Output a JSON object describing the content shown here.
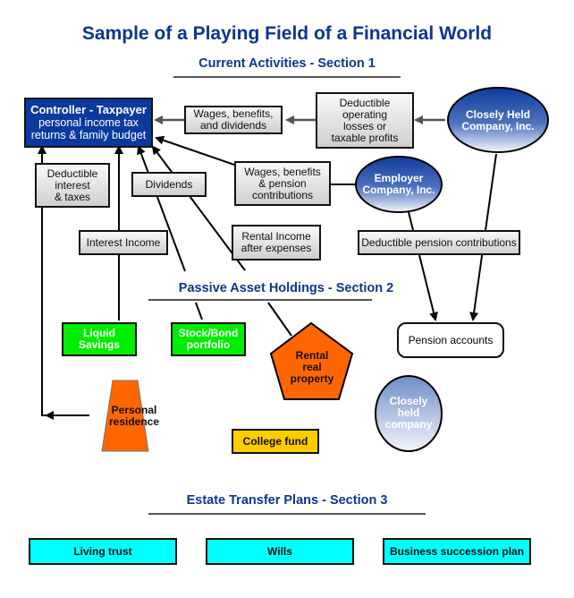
{
  "title": "Sample of a Playing Field of a Financial World",
  "sections": {
    "current": "Current Activities - Section 1",
    "passive": "Passive Asset Holdings - Section 2",
    "estate": "Estate Transfer Plans - Section 3"
  },
  "controller": {
    "heading": "Controller - Taxpayer",
    "body": "personal income tax\nreturns & family budget"
  },
  "flows": {
    "wages_dividends": "Wages, benefits,\nand dividends",
    "deductible_operating": "Deductible\noperating\nlosses or\ntaxable profits",
    "wages_pension": "Wages, benefits\n& pension\ncontributions",
    "deductible_interest": "Deductible\ninterest\n& taxes",
    "dividends": "Dividends",
    "interest_income": "Interest Income",
    "rental_income": "Rental  Income\nafter expenses",
    "deductible_pension": "Deductible pension contributions"
  },
  "entities": {
    "closely_held_top": "Closely Held\nCompany, Inc.",
    "employer": "Employer\nCompany, Inc.",
    "pension_accounts": "Pension accounts"
  },
  "assets": {
    "liquid_savings": "Liquid\nSavings",
    "stock_bond": "Stock/Bond\nportfolio",
    "rental_property": "Rental\nreal\nproperty",
    "personal_residence": "Personal\nresidence",
    "college_fund": "College fund",
    "closely_held_bottom": "Closely\nheld\ncompany"
  },
  "estate_plans": [
    {
      "label": "Living trust"
    },
    {
      "label": "Wills"
    },
    {
      "label": "Business succession plan"
    }
  ],
  "colors": {
    "title_blue": "#0d3592",
    "controller_blue": "#0b3a9e",
    "liquid_green": "#00ee00",
    "orange": "#ff6600",
    "college_yellow": "#ffcc00",
    "estate_cyan": "#00ffff"
  }
}
